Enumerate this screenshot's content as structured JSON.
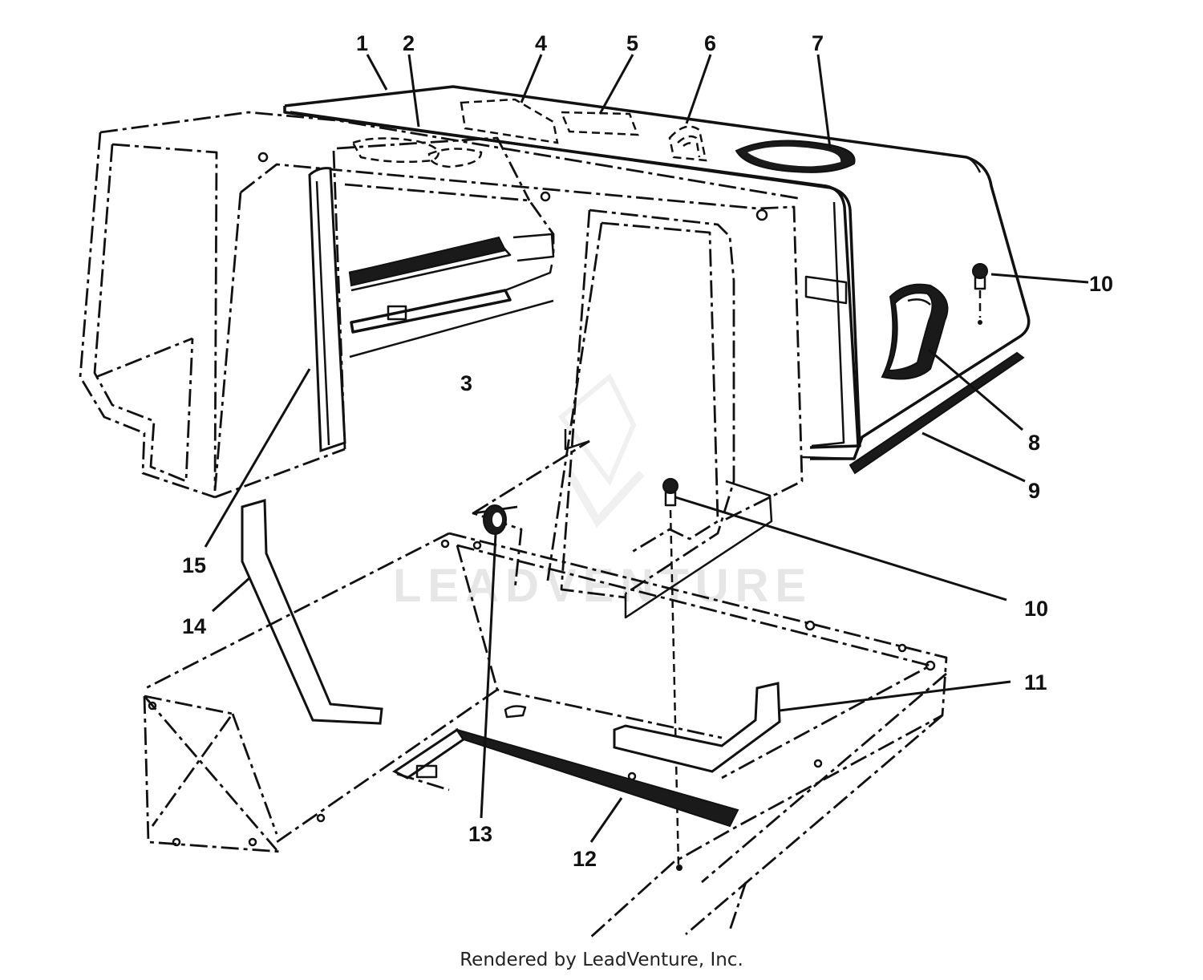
{
  "diagram": {
    "watermark": "LEADVENTURE",
    "footer": "Rendered by LeadVenture, Inc.",
    "callouts": [
      {
        "id": "c1",
        "label": "1"
      },
      {
        "id": "c2",
        "label": "2"
      },
      {
        "id": "c3",
        "label": "3"
      },
      {
        "id": "c4",
        "label": "4"
      },
      {
        "id": "c5",
        "label": "5"
      },
      {
        "id": "c6",
        "label": "6"
      },
      {
        "id": "c7",
        "label": "7"
      },
      {
        "id": "c8",
        "label": "8"
      },
      {
        "id": "c9",
        "label": "9"
      },
      {
        "id": "c10a",
        "label": "10"
      },
      {
        "id": "c10b",
        "label": "10"
      },
      {
        "id": "c11",
        "label": "11"
      },
      {
        "id": "c12",
        "label": "12"
      },
      {
        "id": "c13",
        "label": "13"
      },
      {
        "id": "c14",
        "label": "14"
      },
      {
        "id": "c15",
        "label": "15"
      }
    ]
  }
}
